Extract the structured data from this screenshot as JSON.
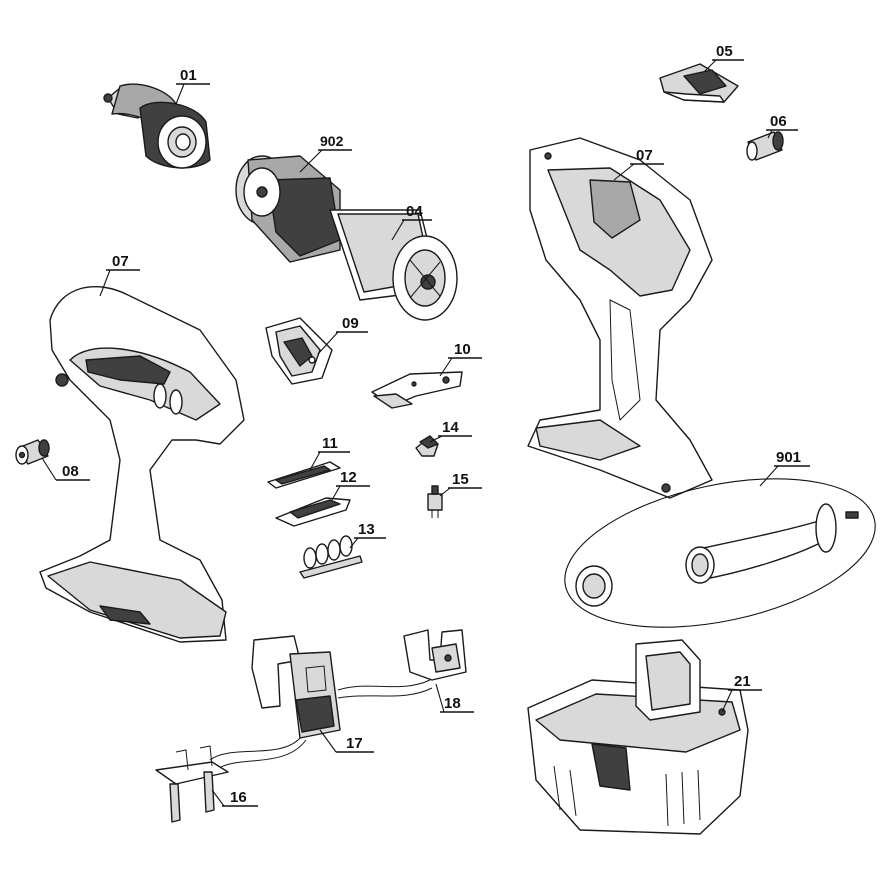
{
  "labels": {
    "p01": "01",
    "p902": "902",
    "p04": "04",
    "p05": "05",
    "p06": "06",
    "p07_left": "07",
    "p07_right": "07",
    "p08": "08",
    "p09": "09",
    "p10": "10",
    "p11": "11",
    "p12": "12",
    "p13": "13",
    "p14": "14",
    "p15": "15",
    "p16": "16",
    "p17": "17",
    "p18": "18",
    "p21": "21",
    "p901": "901"
  }
}
